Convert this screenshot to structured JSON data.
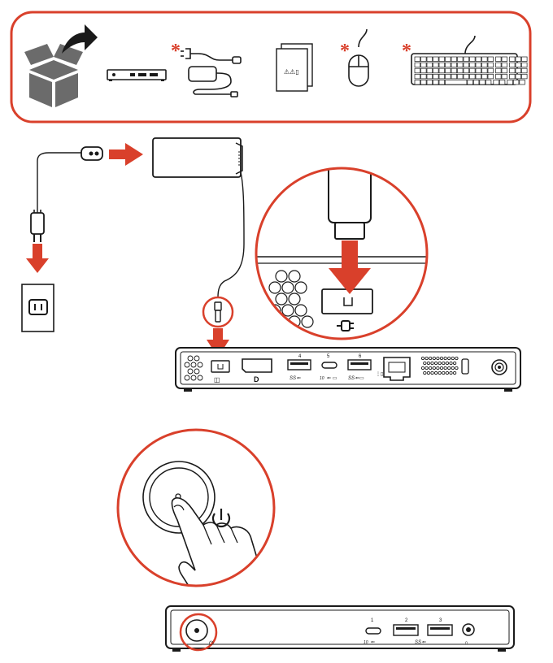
{
  "colors": {
    "accent": "#d9402b",
    "line": "#1a1a1a",
    "panel_fill": "#ffffff"
  },
  "box_contents": [
    {
      "name": "box-icon",
      "optional": false
    },
    {
      "name": "computer",
      "optional": false
    },
    {
      "name": "power-cord-and-adapter",
      "optional": true
    },
    {
      "name": "documentation",
      "optional": false
    },
    {
      "name": "mouse",
      "optional": true
    },
    {
      "name": "keyboard",
      "optional": true
    }
  ],
  "optional_marker": "*",
  "ports_rear": {
    "usb_a_1": "4",
    "usb_c": "5",
    "usb_a_2": "6",
    "speed_c": "10",
    "speed_a_1": "SS",
    "speed_a_2": "SS"
  },
  "ports_front": {
    "usb_c": "1",
    "usb_a_1": "2",
    "usb_a_2": "3",
    "speed_c": "10",
    "speed_a": "SS"
  }
}
